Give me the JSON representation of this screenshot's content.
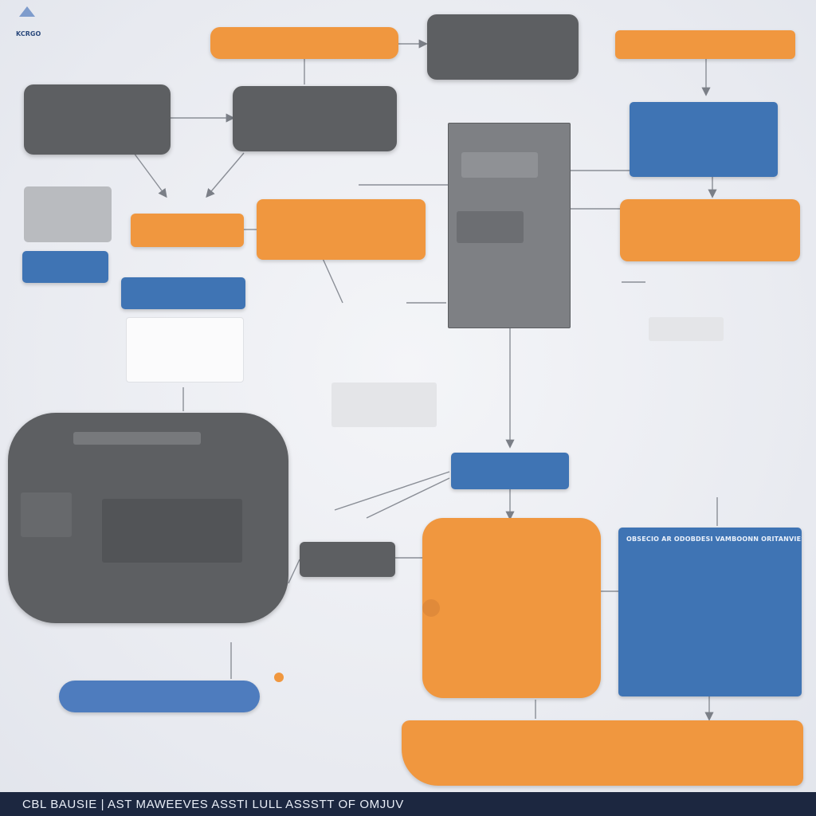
{
  "header": {
    "title_line1": "KCRGO",
    "title_line2": ""
  },
  "labels": {
    "l1": "",
    "l2": "",
    "l3": "",
    "l4": "",
    "l5": "",
    "l6": "",
    "l7": "",
    "l8": "",
    "l9": "",
    "l10": "",
    "l11": "",
    "l12": "",
    "l13": ""
  },
  "boxes": {
    "top_orange_left": [
      ""
    ],
    "top_gray_center": [
      ""
    ],
    "top_orange_right": [
      ""
    ],
    "gray_left": [
      ""
    ],
    "gray_center": [
      ""
    ],
    "blue_right": [
      ""
    ],
    "light_left": [
      ""
    ],
    "orange_left": [
      ""
    ],
    "orange_center": [
      ""
    ],
    "orange_right": [
      ""
    ],
    "blue_left_small": [
      ""
    ],
    "blue_left_2": [
      ""
    ],
    "white_notes": [
      ""
    ],
    "gray_column": [
      ""
    ],
    "pale_mid": [
      ""
    ],
    "pale_right": [
      ""
    ],
    "gray_big": [
      ""
    ],
    "blue_mid": [
      ""
    ],
    "gray_small_mid": [
      ""
    ],
    "orange_big": [
      ""
    ],
    "blue_big": [
      "OBSECIO AR ODOBDESI VAMBOONN ORITANVIES",
      ""
    ],
    "blue_pill": [
      ""
    ],
    "orange_bottom": [
      ""
    ],
    "bottom_text": [
      ""
    ]
  },
  "footer": {
    "title": "CBL BAUSIE  |  AST MAWEEVES ASSTI LULL ASSSTT OF OMJUV"
  },
  "colors": {
    "orange": "#f0973f",
    "gray": "#5d5f62",
    "blue": "#3f74b4",
    "navy": "#1c2740",
    "background": "#eceef3"
  }
}
